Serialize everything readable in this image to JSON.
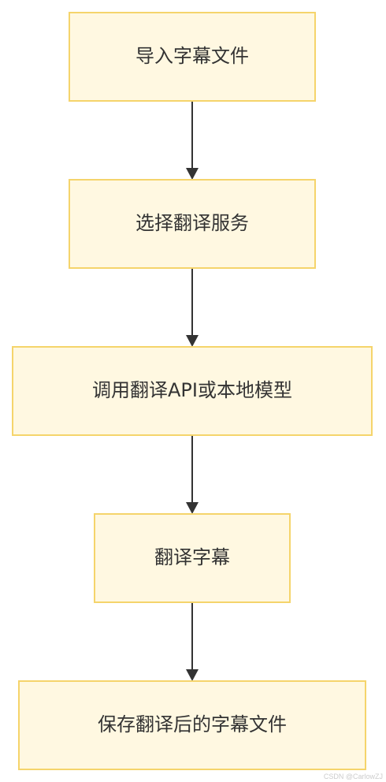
{
  "diagram": {
    "nodes": [
      {
        "id": "import",
        "label": "导入字幕文件"
      },
      {
        "id": "select",
        "label": "选择翻译服务"
      },
      {
        "id": "call",
        "label": "调用翻译API或本地模型"
      },
      {
        "id": "translate",
        "label": "翻译字幕"
      },
      {
        "id": "save",
        "label": "保存翻译后的字幕文件"
      }
    ],
    "edges": [
      {
        "from": "import",
        "to": "select"
      },
      {
        "from": "select",
        "to": "call"
      },
      {
        "from": "call",
        "to": "translate"
      },
      {
        "from": "translate",
        "to": "save"
      }
    ],
    "colors": {
      "node_fill": "#fff8e1",
      "node_stroke": "#f5d46b",
      "edge": "#333333"
    }
  },
  "watermark": "CSDN @CarlowZJ"
}
